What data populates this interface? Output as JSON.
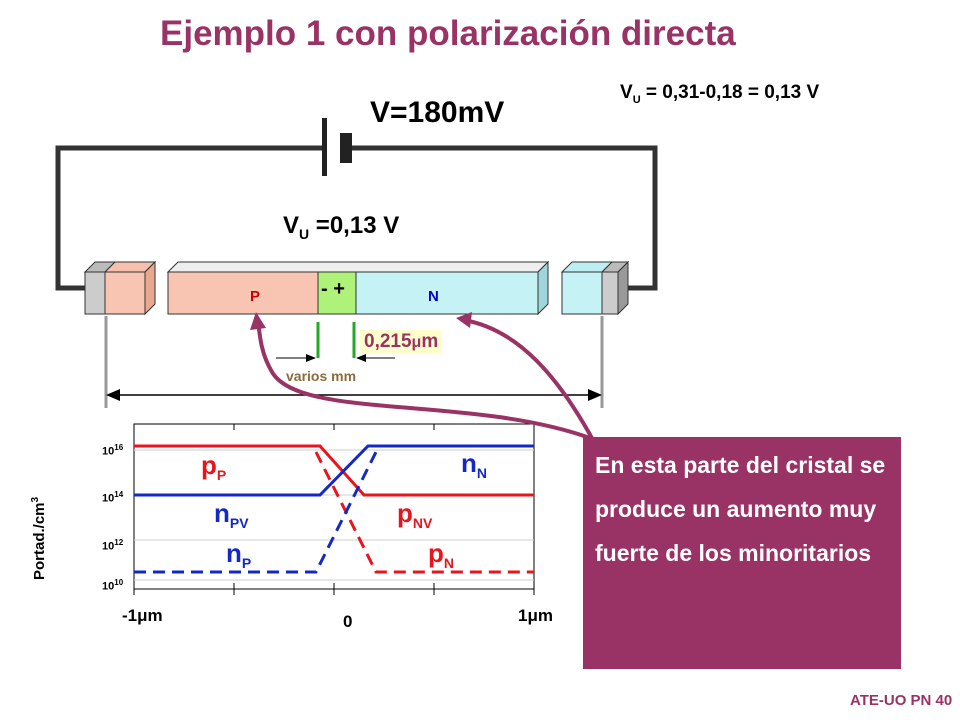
{
  "title": "Ejemplo 1 con polarización directa",
  "vu_formula": {
    "main": "V",
    "sub": "U",
    "rest": " = 0,31-0,18 = 0,13 V"
  },
  "battery_label": "V=180mV",
  "junction_voltage": {
    "main": "V",
    "sub": "U",
    "rest": " =0,13 V"
  },
  "regions": {
    "p": "P",
    "n": "N",
    "sign": "- +"
  },
  "width_label": {
    "value": "0,215",
    "mu": "μ",
    "unit": "m"
  },
  "distance_label": "varios mm",
  "plot": {
    "y_axis_label": "Portad./cm",
    "y_axis_exp": "3",
    "y_ticks": [
      {
        "base": "10",
        "exp": "16"
      },
      {
        "base": "10",
        "exp": "14"
      },
      {
        "base": "10",
        "exp": "12"
      },
      {
        "base": "10",
        "exp": "10"
      }
    ],
    "x_ticks": {
      "left": "-1μm",
      "center": "0",
      "right": "1μm"
    },
    "curves": {
      "pP": {
        "main": "p",
        "sub": "P"
      },
      "nN": {
        "main": "n",
        "sub": "N"
      },
      "nPV": {
        "main": "n",
        "sub": "PV"
      },
      "pNV": {
        "main": "p",
        "sub": "NV"
      },
      "nP": {
        "main": "n",
        "sub": "P"
      },
      "pN": {
        "main": "p",
        "sub": "N"
      }
    },
    "colors": {
      "p_carriers": "#e8141e",
      "n_carriers": "#1428c8"
    }
  },
  "callout": "En esta parte del cristal se produce un aumento muy fuerte de los minoritarios",
  "footer": "ATE-UO PN 40",
  "colors": {
    "title": "#993366",
    "p_region": "#f9c5b3",
    "n_region": "#c5f2f5",
    "depletion": "#aef27a",
    "callout_bg": "#993366"
  }
}
